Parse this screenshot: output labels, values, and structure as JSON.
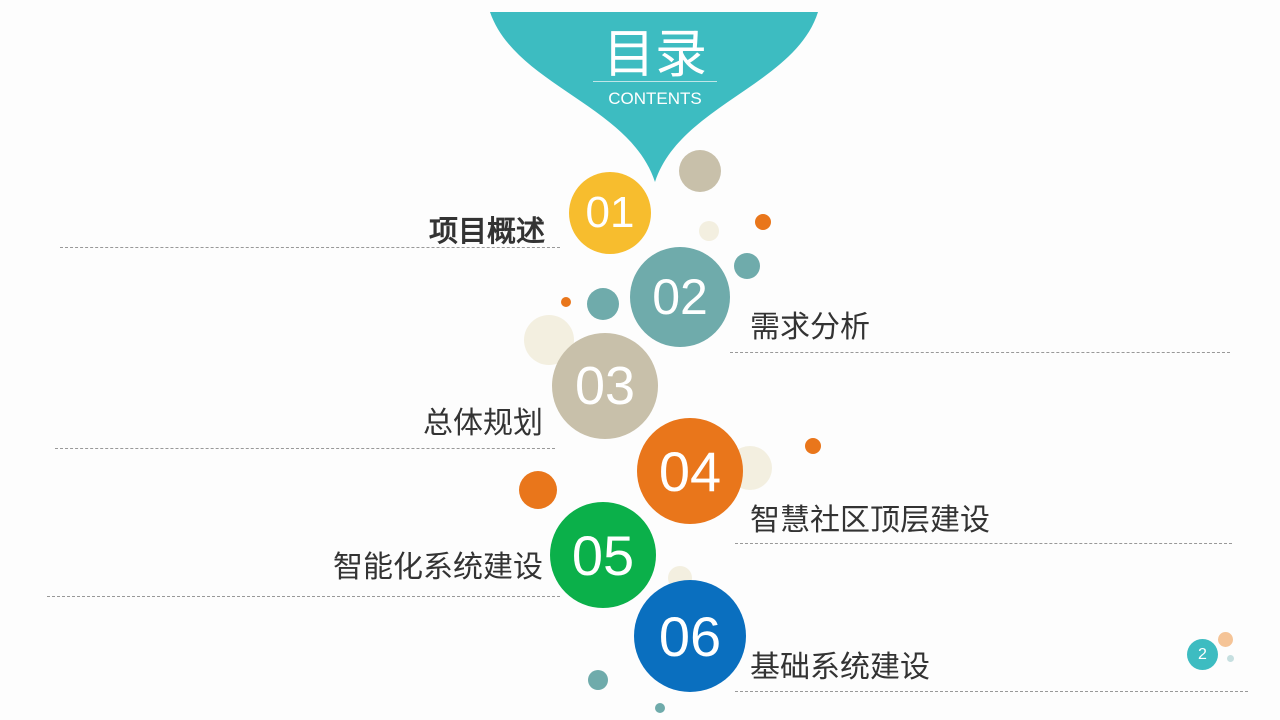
{
  "header": {
    "title": "目录",
    "subtitle": "CONTENTS"
  },
  "items": [
    {
      "number": "01",
      "label": "项目概述",
      "color": "#f7bd2e"
    },
    {
      "number": "02",
      "label": "需求分析",
      "color": "#6fabab"
    },
    {
      "number": "03",
      "label": "总体规划",
      "color": "#c8c0aa"
    },
    {
      "number": "04",
      "label": "智慧社区顶层建设",
      "color": "#e9761b"
    },
    {
      "number": "05",
      "label": "智能化系统建设",
      "color": "#0bb04a"
    },
    {
      "number": "06",
      "label": "基础系统建设",
      "color": "#0a6fbf"
    }
  ],
  "page_number": "2",
  "colors": {
    "accent": "#3dbcc1"
  }
}
